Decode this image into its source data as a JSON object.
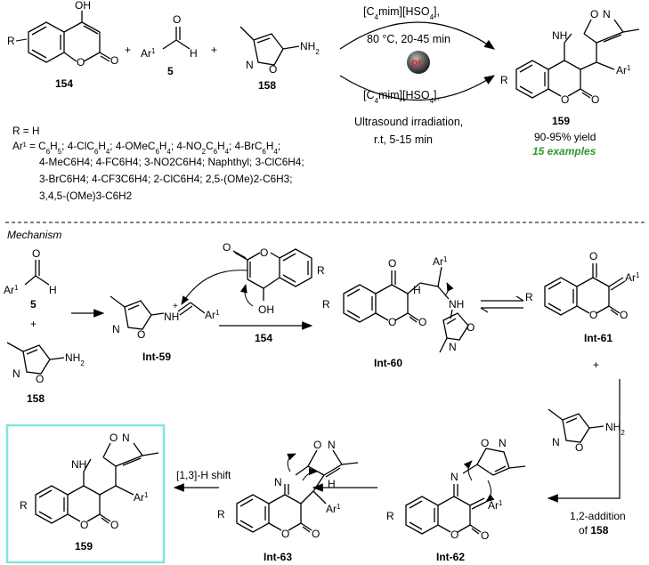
{
  "top": {
    "cmpd_154": "154",
    "cmpd_5": "5",
    "cmpd_158": "158",
    "cmpd_159": "159",
    "plus": "+",
    "cond1_a": "[C4mim][HSO4],",
    "cond1_b": "80 °C, 20-45 min",
    "or": "or",
    "cond2_a": "[C4mim][HSO4],",
    "cond2_b": "Ultrasound irradiation,",
    "cond2_c": "r.t, 5-15 min",
    "yield": "90-95% yield",
    "examples": "15 examples",
    "r_def": "R = H",
    "ar_line1": "Ar¹ = C6H5; 4-ClC6H4; 4-OMeC6H4; 4-NO2C6H4; 4-BrC6H4;",
    "ar_line2": "4-MeC6H4; 4-FC6H4; 3-NO2C6H4; Naphthyl; 3-ClC6H4;",
    "ar_line3": "3-BrC6H4; 4-CF3C6H4; 2-ClC6H4; 2,5-(OMe)2-C6H3;",
    "ar_line4": "3,4,5-(OMe)3-C6H2"
  },
  "mechanism": {
    "heading": "Mechanism",
    "int59": "Int-59",
    "int60": "Int-60",
    "int61": "Int-61",
    "int62": "Int-62",
    "int63": "Int-63",
    "product": "159",
    "reagent_154": "154",
    "shift": "[1,3]-H shift",
    "addition_a": "1,2-addition",
    "addition_b": "of 158",
    "cmpd_5": "5",
    "cmpd_158": "158"
  },
  "colors": {
    "highlight_box": "#7fe6dc",
    "examples_text": "#2a9a2a",
    "ball": "#555555",
    "ball_text": "#e02020"
  }
}
